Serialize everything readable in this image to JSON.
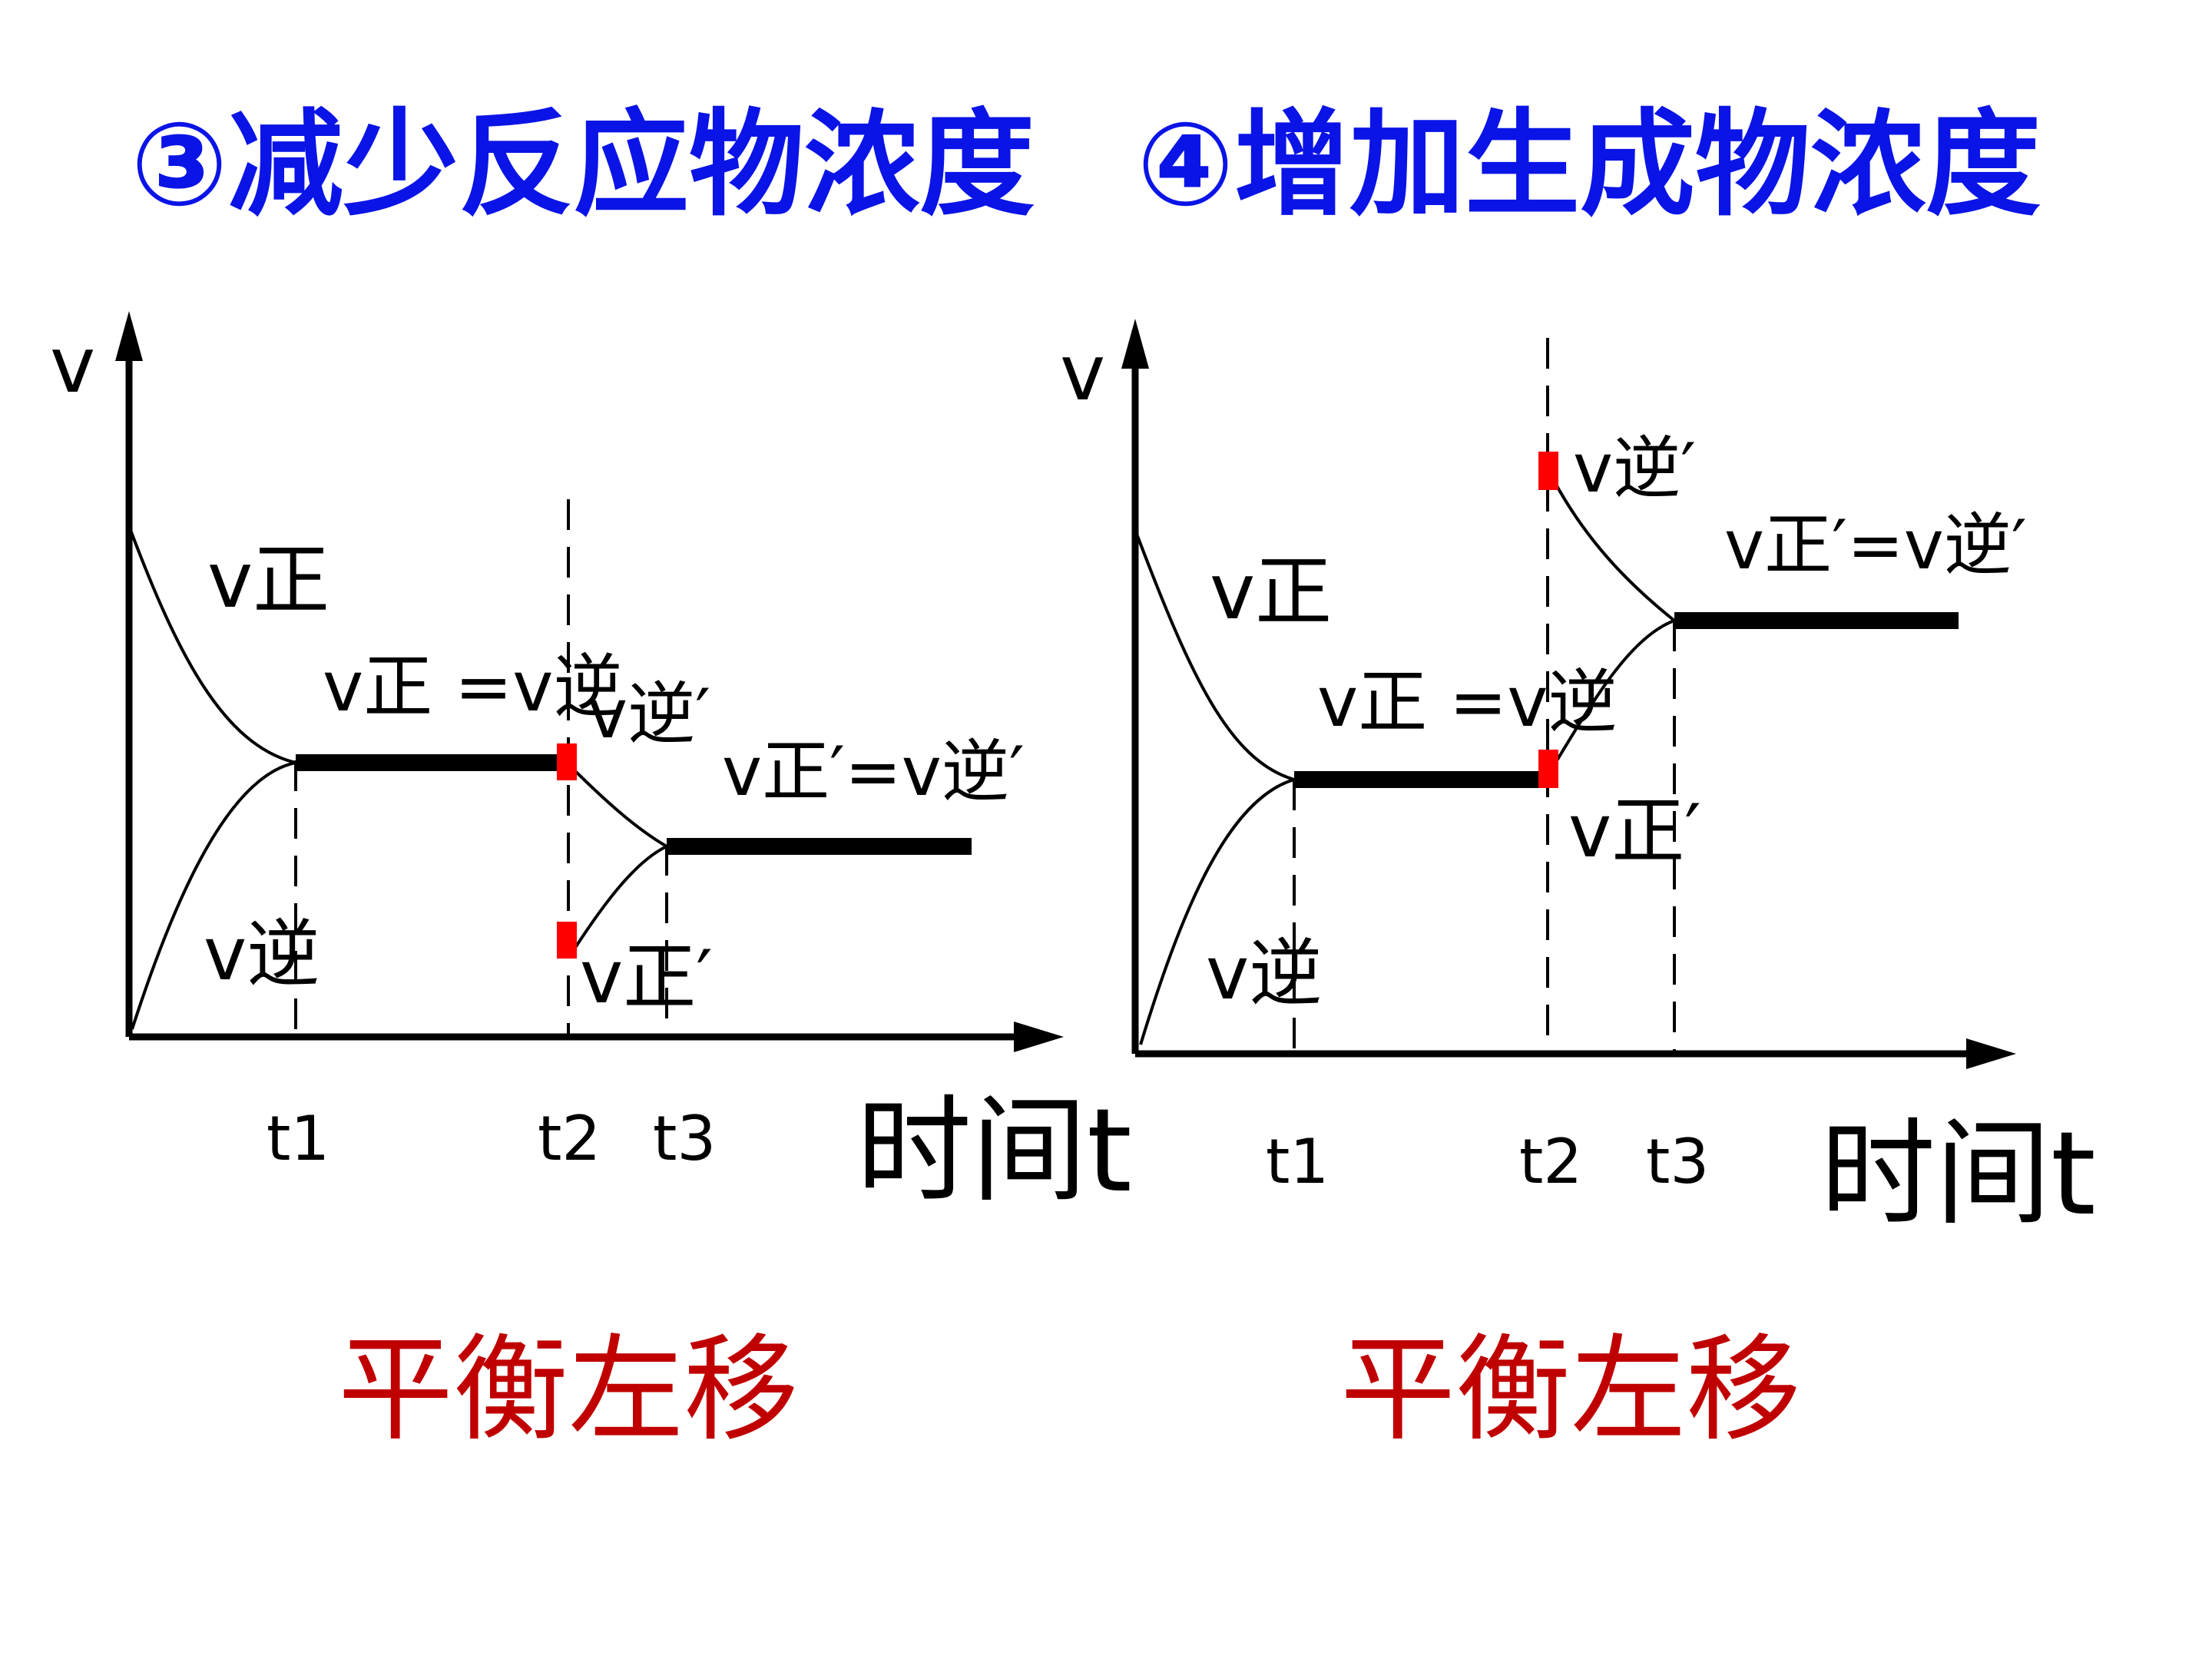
{
  "titles": {
    "left": "③减少反应物浓度",
    "right": "④增加生成物浓度"
  },
  "conclusions": {
    "left": "平衡左移",
    "right": "平衡左移"
  },
  "axes": {
    "y_label": "v",
    "x_label": "时间t",
    "ticks": [
      "t1",
      "t2",
      "t3"
    ]
  },
  "curve_labels": {
    "v_forward": "v正",
    "v_reverse": "v逆",
    "equal": "v正 =v逆",
    "equal_prime": "v正′=v逆′",
    "v_reverse_prime": "v逆′",
    "v_forward_prime": "v正′"
  },
  "colors": {
    "title": "#0a14e6",
    "conclusion": "#c00000",
    "marker": "#ff0000"
  }
}
